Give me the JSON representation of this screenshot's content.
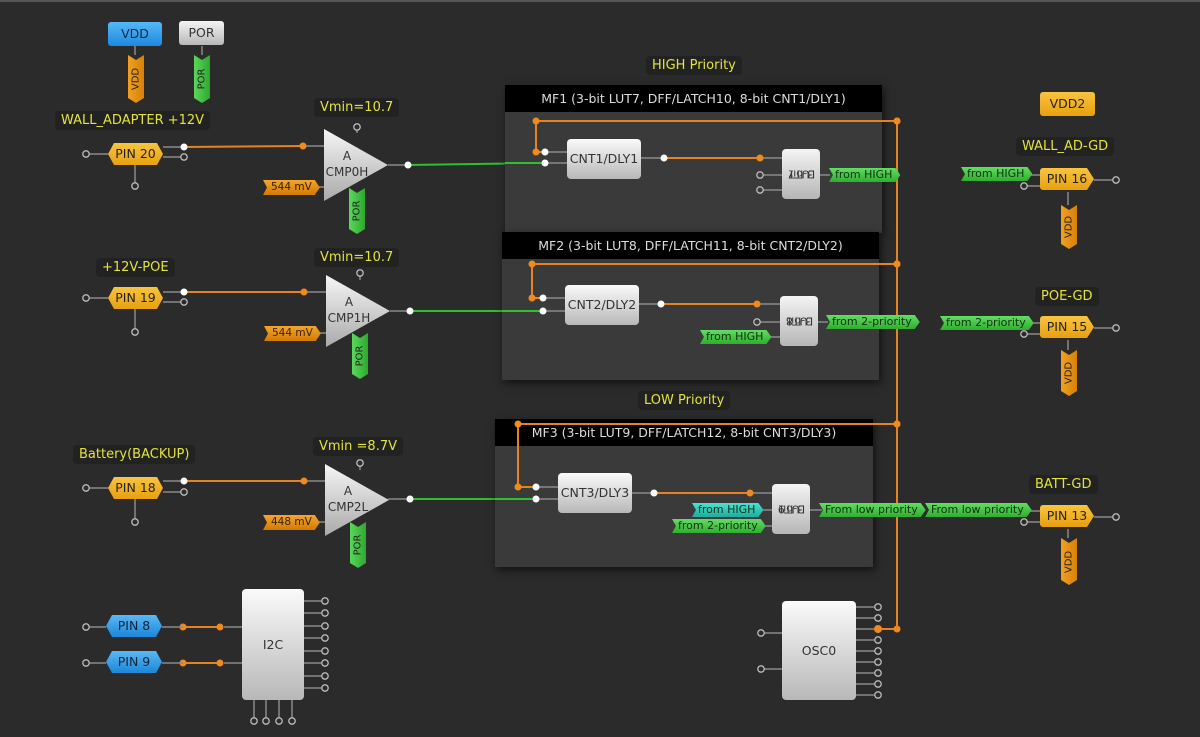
{
  "power": {
    "vdd_button": "VDD",
    "por_button": "POR",
    "vdd_tag": "VDD",
    "por_tag": "POR",
    "vdd2_button": "VDD2"
  },
  "inputs": [
    {
      "caption": "WALL_ADAPTER +12V",
      "pin": "PIN 20",
      "vmin": "Vmin=10.7",
      "vref": "544 mV",
      "cmp_top": "A",
      "cmp_name": "CMP0H",
      "por_tag": "POR"
    },
    {
      "caption": "+12V-POE",
      "pin": "PIN 19",
      "vmin": "Vmin=10.7",
      "vref": "544 mV",
      "cmp_top": "A",
      "cmp_name": "CMP1H",
      "por_tag": "POR"
    },
    {
      "caption": "Battery(BACKUP)",
      "pin": "PIN 18",
      "vmin": "Vmin =8.7V",
      "vref": "448 mV",
      "cmp_top": "A",
      "cmp_name": "CMP2L",
      "por_tag": "POR"
    }
  ],
  "groups": {
    "high": "HIGH Priority",
    "low": "LOW Priority"
  },
  "macrocells": [
    {
      "title": "MF1 (3-bit LUT7, DFF/LATCH10, 8-bit CNT1/DLY1)",
      "counter": "CNT1/DLY1",
      "lut_line1": "3-bit",
      "lut_line2": "LUT7",
      "out_tag": "from HIGH"
    },
    {
      "title": "MF2 (3-bit LUT8, DFF/LATCH11, 8-bit CNT2/DLY2)",
      "counter": "CNT2/DLY2",
      "lut_line1": "3-bit",
      "lut_line2": "LUT8",
      "in_tag": "from HIGH",
      "out_tag": "from 2-priority"
    },
    {
      "title": "MF3 (3-bit LUT9, DFF/LATCH12, 8-bit CNT3/DLY3)",
      "counter": "CNT3/DLY3",
      "lut_line1": "3-bit",
      "lut_line2": "LUT9",
      "in_tag1": "from HIGH",
      "in_tag2": "from 2-priority",
      "out_tag": "From low  priority"
    }
  ],
  "outputs": [
    {
      "caption": "WALL_AD-GD",
      "pin": "PIN 16",
      "in_tag": "from HIGH",
      "vdd_tag": "VDD"
    },
    {
      "caption": "POE-GD",
      "pin": "PIN 15",
      "in_tag": "from 2-priority",
      "vdd_tag": "VDD"
    },
    {
      "caption": "BATT-GD",
      "pin": "PIN 13",
      "in_tag": "From low  priority",
      "vdd_tag": "VDD"
    }
  ],
  "i2c": {
    "label": "I2C",
    "pins": [
      "PIN 8",
      "PIN 9"
    ]
  },
  "osc": {
    "label": "OSC0"
  },
  "colors": {
    "orange_wire": "#e8821e",
    "green_wire": "#2ec02e",
    "pin_yellow": "#f2b52a",
    "pin_blue": "#2a98e8",
    "caption_text": "#e3e33c"
  }
}
